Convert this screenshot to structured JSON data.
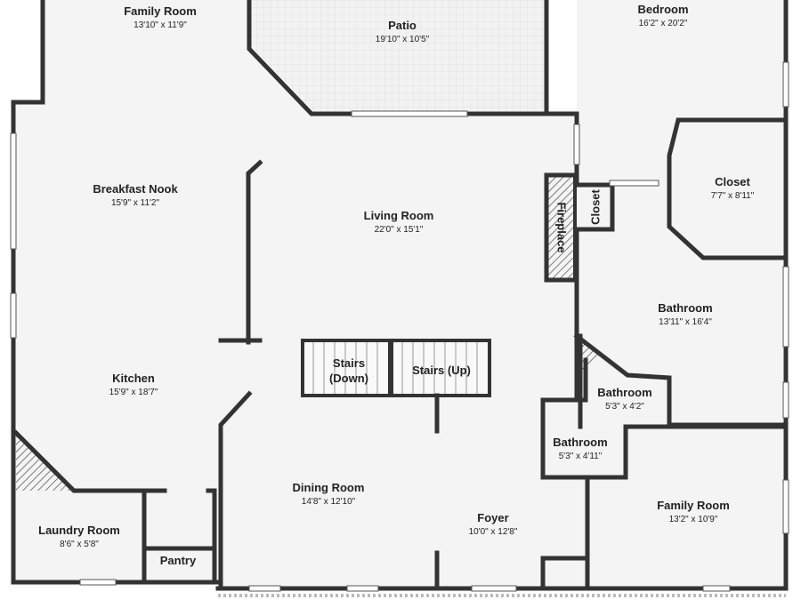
{
  "colors": {
    "wall": "#333333",
    "floor": "#f4f4f4",
    "patio_floor": "#f2f2f2",
    "hatch": "#555555",
    "text": "#222222",
    "background": "#ffffff"
  },
  "rooms": {
    "family_room_top": {
      "name": "Family Room",
      "dims": "13'10\" x 11'9\""
    },
    "patio": {
      "name": "Patio",
      "dims": "19'10\" x 10'5\""
    },
    "bedroom": {
      "name": "Bedroom",
      "dims": "16'2\" x 20'2\""
    },
    "breakfast_nook": {
      "name": "Breakfast Nook",
      "dims": "15'9\" x 11'2\""
    },
    "living_room": {
      "name": "Living Room",
      "dims": "22'0\" x 15'1\""
    },
    "closet_large": {
      "name": "Closet",
      "dims": "7'7\" x 8'11\""
    },
    "closet_small": {
      "name": "Closet"
    },
    "fireplace": {
      "name": "Fireplace"
    },
    "bathroom_main": {
      "name": "Bathroom",
      "dims": "13'11\" x 16'4\""
    },
    "stairs_down": {
      "line1": "Stairs",
      "line2": "(Down)"
    },
    "stairs_up": {
      "name": "Stairs (Up)"
    },
    "kitchen": {
      "name": "Kitchen",
      "dims": "15'9\" x 18'7\""
    },
    "bathroom_mid": {
      "name": "Bathroom",
      "dims": "5'3\" x 4'2\""
    },
    "bathroom_small": {
      "name": "Bathroom",
      "dims": "5'3\" x 4'11\""
    },
    "dining_room": {
      "name": "Dining Room",
      "dims": "14'8\" x 12'10\""
    },
    "foyer": {
      "name": "Foyer",
      "dims": "10'0\" x 12'8\""
    },
    "family_room_bottom": {
      "name": "Family Room",
      "dims": "13'2\" x 10'9\""
    },
    "laundry_room": {
      "name": "Laundry Room",
      "dims": "8'6\" x 5'8\""
    },
    "pantry": {
      "name": "Pantry"
    }
  }
}
